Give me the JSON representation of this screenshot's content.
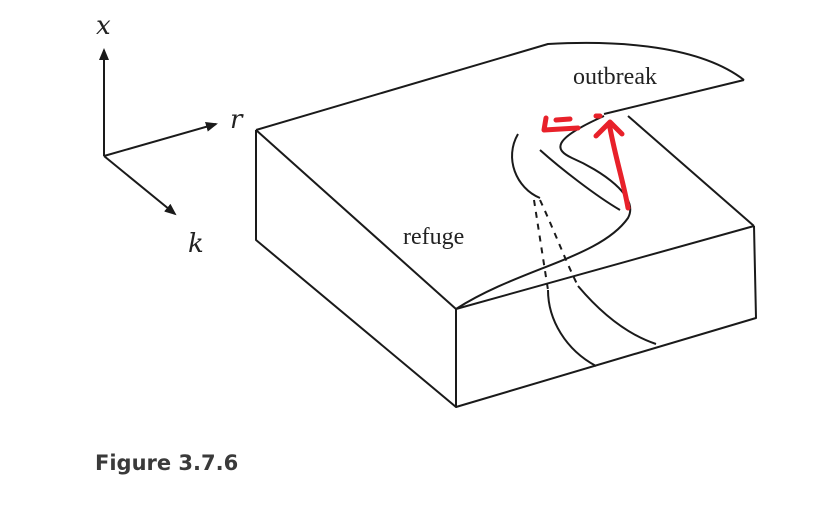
{
  "axes": {
    "vertical": "x",
    "right": "r",
    "forward": "k"
  },
  "labels": {
    "upper_sheet": "outbreak",
    "lower_sheet": "refuge"
  },
  "caption": "Figure 3.7.6",
  "colors": {
    "line": "#1a1a1a",
    "annotation": "#e8212a"
  }
}
